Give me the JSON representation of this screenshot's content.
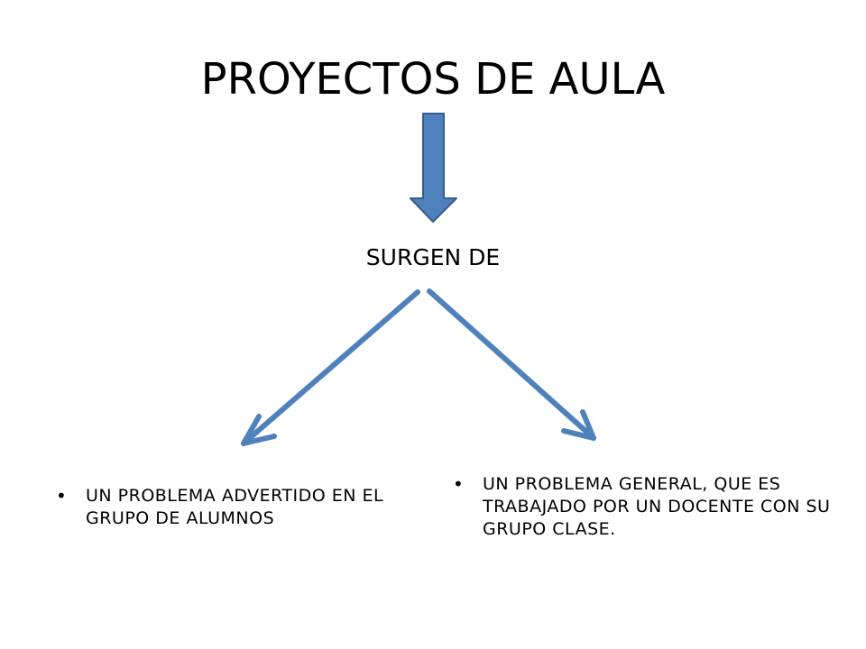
{
  "slide": {
    "title": "PROYECTOS DE AULA",
    "subtitle": "SURGEN DE",
    "bullets": [
      {
        "text": "UN PROBLEMA ADVERTIDO EN EL GRUPO DE ALUMNOS"
      },
      {
        "text": "UN PROBLEMA GENERAL, QUE ES TRABAJADO POR UN DOCENTE CON SU GRUPO CLASE."
      }
    ],
    "bullet_glyph": "•"
  },
  "colors": {
    "arrow_fill": "#4F81BD",
    "arrow_stroke": "#385D8A",
    "text": "#000000",
    "background": "#FFFFFF"
  }
}
